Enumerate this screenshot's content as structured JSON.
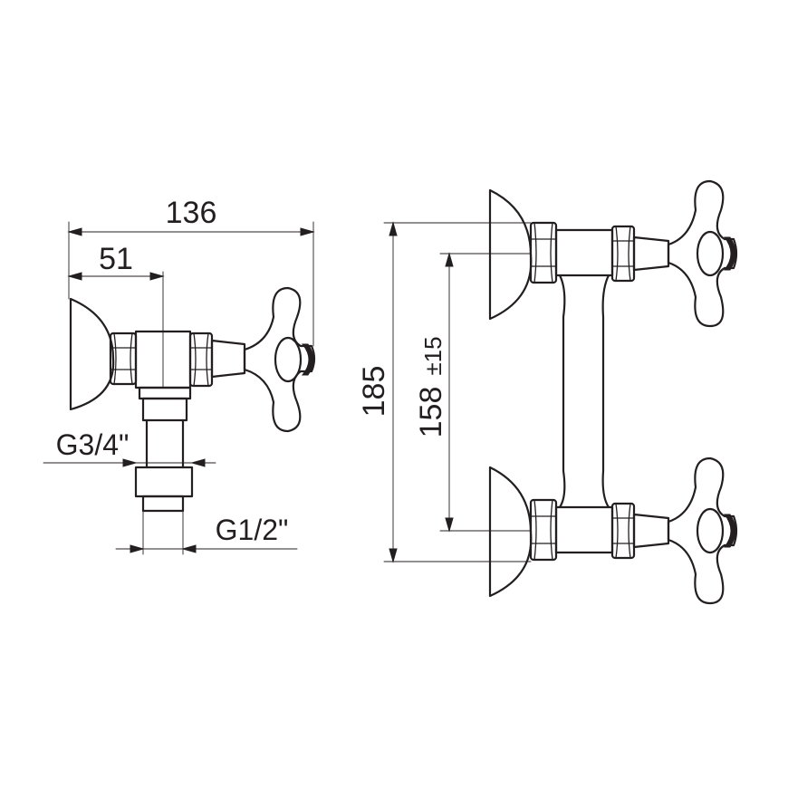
{
  "dimensions": {
    "overall_depth": "136",
    "axis_offset": "51",
    "inlet_thread": "G3/4\"",
    "outlet_thread": "G1/2\"",
    "overall_height": "185",
    "center_distance": "158",
    "center_tolerance": "±15"
  }
}
